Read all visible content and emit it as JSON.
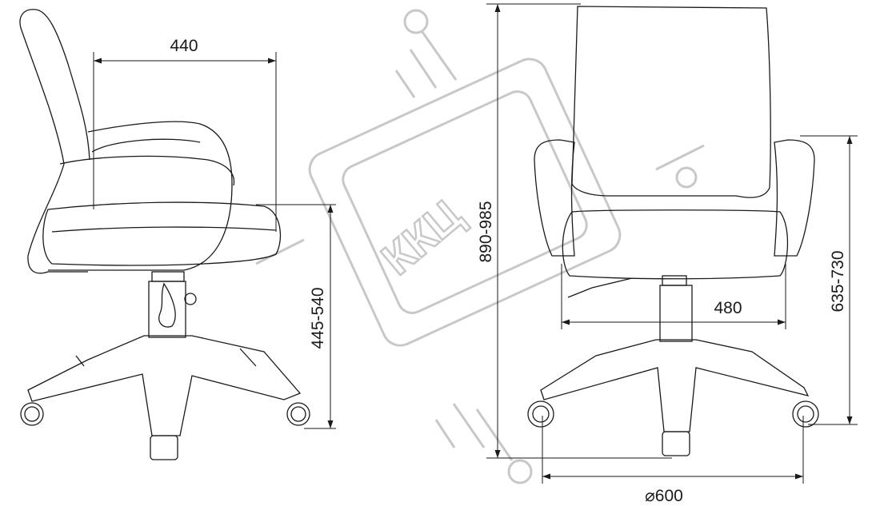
{
  "watermark": {
    "text": "ККЦ",
    "color": "#c8c8c8"
  },
  "dimensions": {
    "seat_depth": "440",
    "seat_height": "445-540",
    "total_height": "890-985",
    "armrest_height": "635-730",
    "seat_width": "480",
    "base_diameter": "⌀600"
  },
  "colors": {
    "line": "#1a1a1a",
    "background": "#ffffff"
  }
}
